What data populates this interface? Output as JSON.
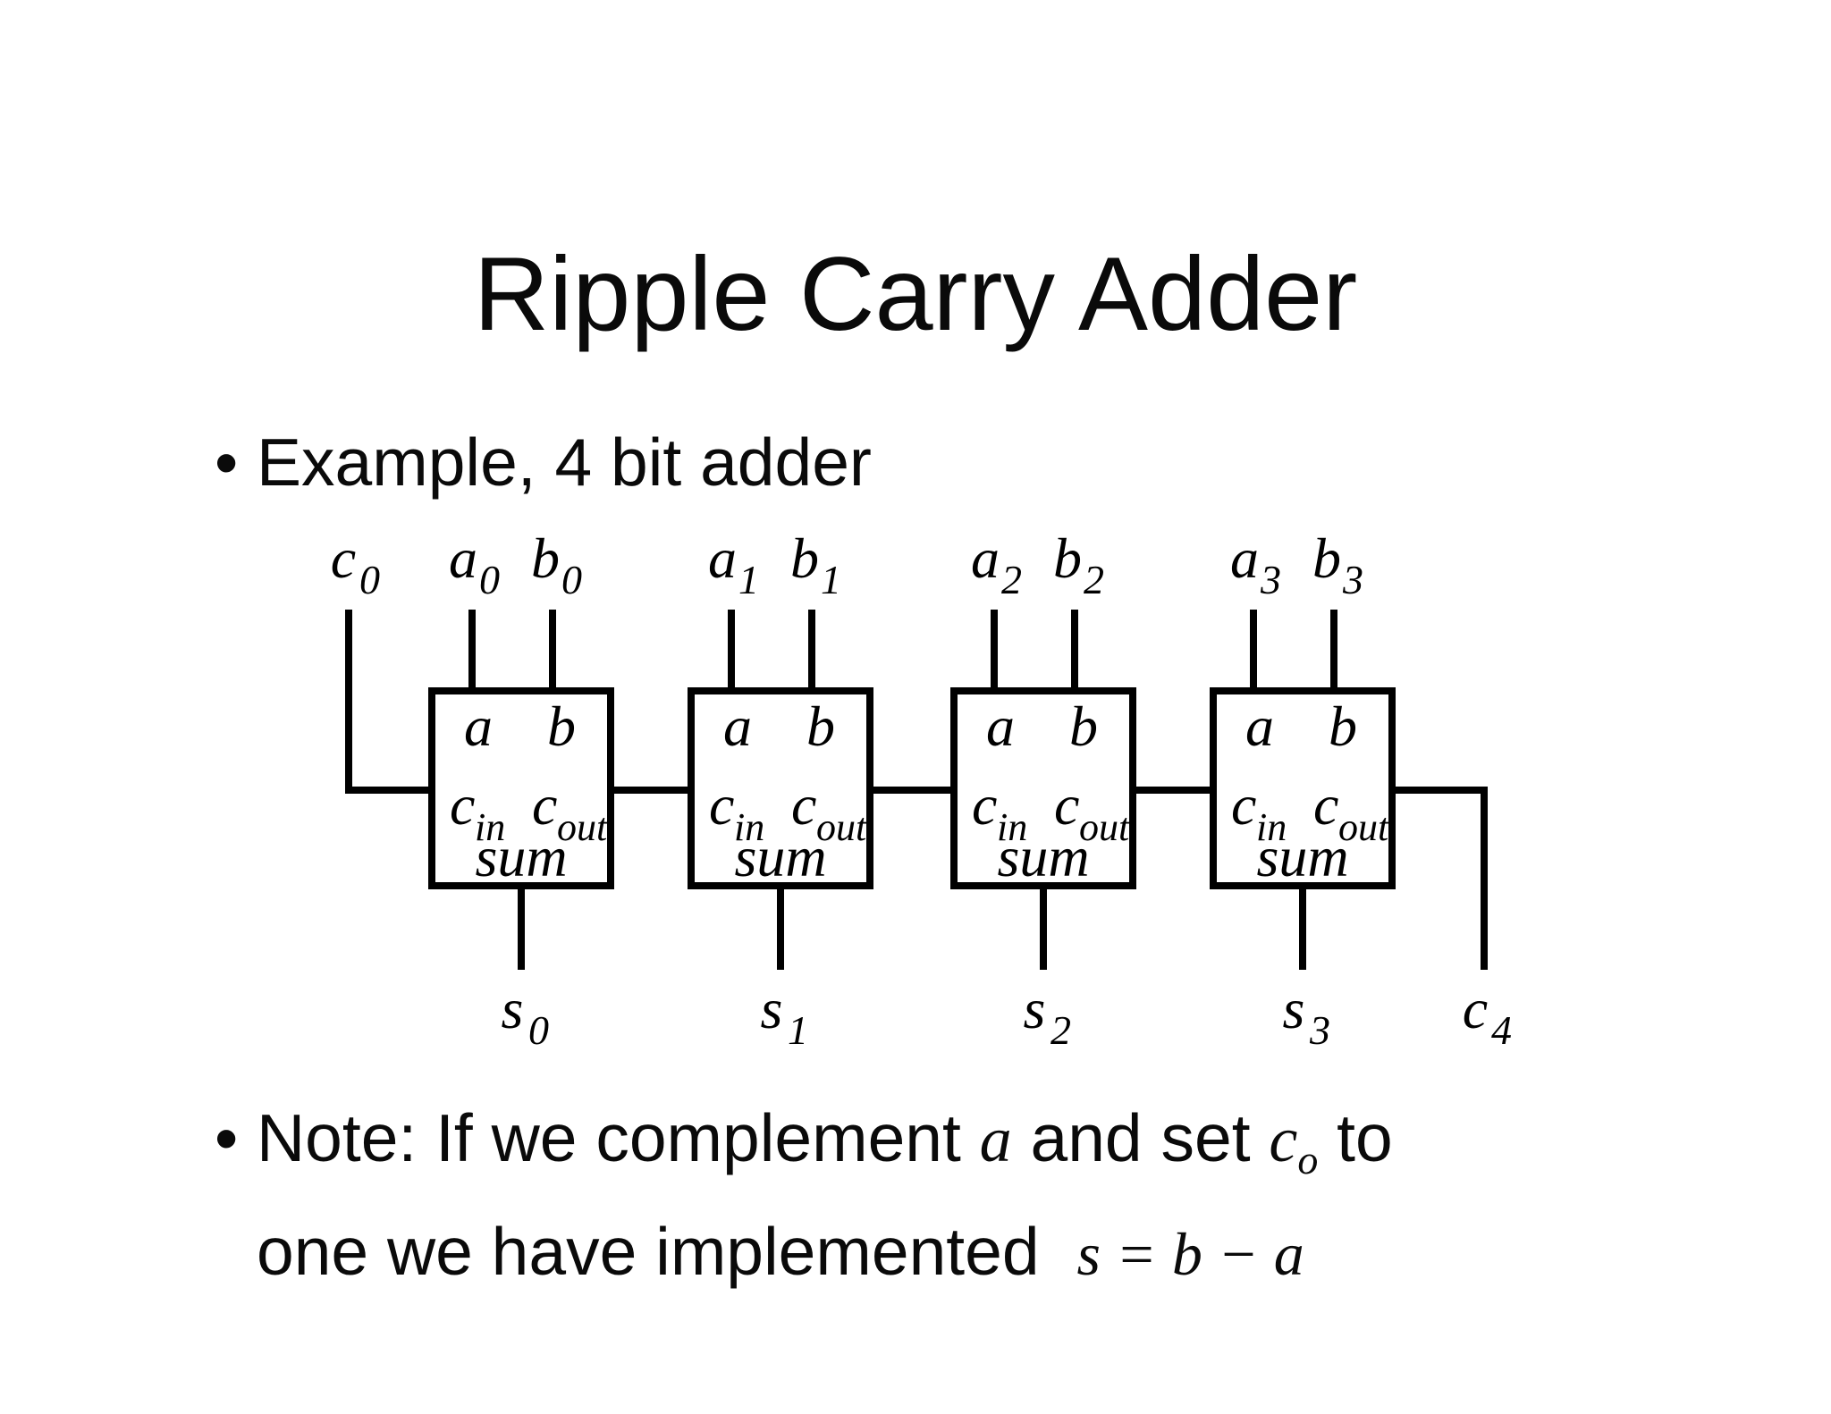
{
  "slide": {
    "title": "Ripple Carry Adder",
    "bullet_char": "•",
    "example_text": "Example, 4 bit adder",
    "note": {
      "prefix": "Note: If we complement ",
      "var_a": "a",
      "middle": " and set ",
      "var_c": "c",
      "var_c_sub": "o",
      "suffix": " to",
      "line2": "one we have implemented",
      "equation": "s = b − a"
    }
  },
  "diagram": {
    "carry_in_label": {
      "base": "c",
      "sub": "0"
    },
    "carry_out_label": {
      "base": "c",
      "sub": "4"
    },
    "blocks": [
      {
        "input_a": {
          "base": "a",
          "sub": "0"
        },
        "input_b": {
          "base": "b",
          "sub": "0"
        },
        "output_s": {
          "base": "s",
          "sub": "0"
        },
        "ports": {
          "a": "a",
          "b": "b",
          "cin_base": "c",
          "cin_sub": "in",
          "cout_base": "c",
          "cout_sub": "out",
          "sum": "sum"
        }
      },
      {
        "input_a": {
          "base": "a",
          "sub": "1"
        },
        "input_b": {
          "base": "b",
          "sub": "1"
        },
        "output_s": {
          "base": "s",
          "sub": "1"
        },
        "ports": {
          "a": "a",
          "b": "b",
          "cin_base": "c",
          "cin_sub": "in",
          "cout_base": "c",
          "cout_sub": "out",
          "sum": "sum"
        }
      },
      {
        "input_a": {
          "base": "a",
          "sub": "2"
        },
        "input_b": {
          "base": "b",
          "sub": "2"
        },
        "output_s": {
          "base": "s",
          "sub": "2"
        },
        "ports": {
          "a": "a",
          "b": "b",
          "cin_base": "c",
          "cin_sub": "in",
          "cout_base": "c",
          "cout_sub": "out",
          "sum": "sum"
        }
      },
      {
        "input_a": {
          "base": "a",
          "sub": "3"
        },
        "input_b": {
          "base": "b",
          "sub": "3"
        },
        "output_s": {
          "base": "s",
          "sub": "3"
        },
        "ports": {
          "a": "a",
          "b": "b",
          "cin_base": "c",
          "cin_sub": "in",
          "cout_base": "c",
          "cout_sub": "out",
          "sum": "sum"
        }
      }
    ]
  }
}
